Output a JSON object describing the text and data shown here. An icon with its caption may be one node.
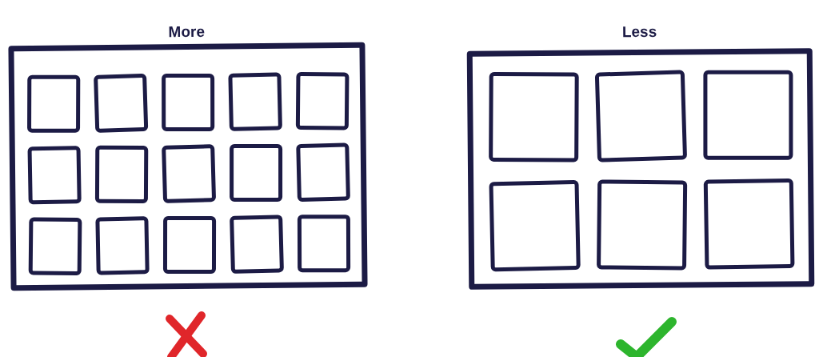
{
  "diagram": {
    "nodes": [
      {
        "text": [
          "More"
        ]
      },
      {
        "text": [],
        "shape": "box",
        "in": 0
      },
      {
        "text": [],
        "shape": "box",
        "in": 0
      },
      {
        "text": [],
        "shape": "box",
        "in": 0
      },
      {
        "text": [],
        "shape": "box",
        "in": 0
      },
      {
        "text": [],
        "shape": "box",
        "in": 0
      },
      {
        "text": [],
        "shape": "box",
        "in": 0
      },
      {
        "text": [],
        "shape": "box",
        "in": 0
      },
      {
        "text": [],
        "shape": "box",
        "in": 0
      },
      {
        "text": [],
        "shape": "box",
        "in": 0
      },
      {
        "text": [],
        "shape": "box",
        "in": 0
      },
      {
        "text": [],
        "shape": "box",
        "in": 0
      },
      {
        "text": [],
        "shape": "box",
        "in": 0
      },
      {
        "text": [],
        "shape": "box",
        "in": 0
      },
      {
        "text": [],
        "shape": "box",
        "in": 0
      },
      {
        "text": [],
        "shape": "box",
        "in": 0
      },
      {
        "text": [
          "Less"
        ]
      },
      {
        "text": [],
        "shape": "box",
        "in": 16
      },
      {
        "text": [],
        "shape": "box",
        "in": 16
      },
      {
        "text": [],
        "shape": "box",
        "in": 16
      },
      {
        "text": [],
        "shape": "box",
        "in": 16
      },
      {
        "text": [],
        "shape": "box",
        "in": 16
      },
      {
        "text": [],
        "shape": "box",
        "in": 16
      }
    ]
  }
}
